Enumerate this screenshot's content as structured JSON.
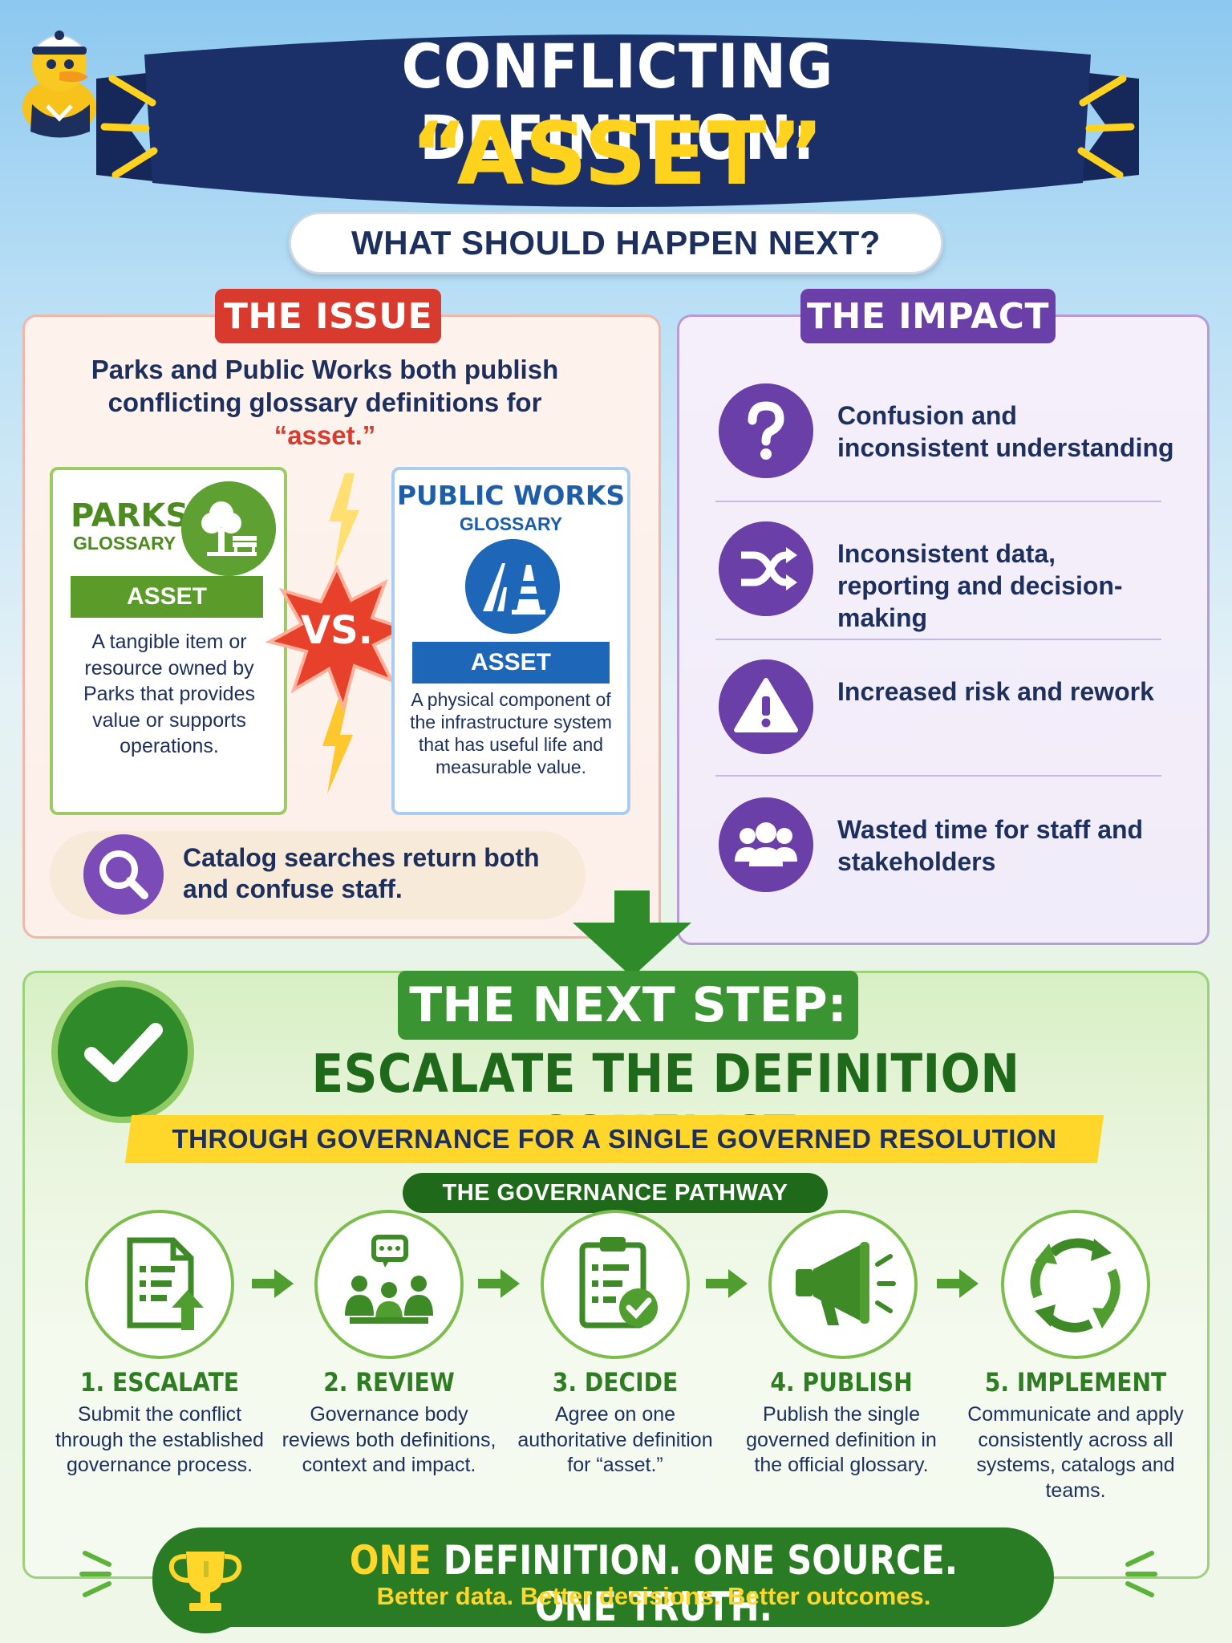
{
  "header": {
    "title_line1": "CONFLICTING DEFINITION:",
    "title_line2": "“ASSET”",
    "subtitle": "WHAT SHOULD HAPPEN NEXT?"
  },
  "issue": {
    "tag": "THE ISSUE",
    "description_prefix": "Parks and Public Works both publish conflicting glossary definitions for ",
    "description_term": "“asset.”",
    "parks": {
      "title": "PARKS",
      "subtitle": "GLOSSARY",
      "term": "ASSET",
      "definition": "A tangible item or resource owned by Parks that provides value or supports operations.",
      "icon": "tree-bench-icon"
    },
    "vs_label": "VS.",
    "public_works": {
      "title": "PUBLIC WORKS",
      "subtitle": "GLOSSARY",
      "term": "ASSET",
      "definition": "A physical component of the infrastructure system that has useful life and measurable value.",
      "icon": "road-cone-icon"
    },
    "search_note": "Catalog searches return both and confuse staff."
  },
  "impact": {
    "tag": "THE IMPACT",
    "items": [
      {
        "text": "Confusion and inconsistent understanding",
        "icon": "question-icon"
      },
      {
        "text": "Inconsistent data, reporting and decision-making",
        "icon": "shuffle-icon"
      },
      {
        "text": "Increased risk and rework",
        "icon": "warning-icon"
      },
      {
        "text": "Wasted time for staff and stakeholders",
        "icon": "people-icon"
      }
    ]
  },
  "next_step": {
    "tag": "THE NEXT STEP:",
    "title": "ESCALATE THE DEFINITION CONFLICT",
    "subtitle": "THROUGH GOVERNANCE FOR A SINGLE GOVERNED RESOLUTION",
    "pathway_label": "THE GOVERNANCE PATHWAY",
    "steps": [
      {
        "title": "1. ESCALATE",
        "desc": "Submit the conflict through the established governance process.",
        "icon": "document-upload-icon"
      },
      {
        "title": "2. REVIEW",
        "desc": "Governance body reviews both definitions, context and impact.",
        "icon": "meeting-icon"
      },
      {
        "title": "3. DECIDE",
        "desc": "Agree on one authoritative definition for “asset.”",
        "icon": "clipboard-check-icon"
      },
      {
        "title": "4. PUBLISH",
        "desc": "Publish the single governed definition in the official glossary.",
        "icon": "megaphone-icon"
      },
      {
        "title": "5. IMPLEMENT",
        "desc": "Communicate and apply consistently across all systems, catalogs and teams.",
        "icon": "cycle-icon"
      }
    ]
  },
  "footer": {
    "headline_first": "ONE",
    "headline_rest": " DEFINITION. ONE SOURCE. ONE TRUTH.",
    "tagline": "Better data. Better decisions. Better outcomes."
  },
  "colors": {
    "navy": "#1d2f5c",
    "issue_red": "#d83a2e",
    "impact_purple": "#6a3fa8",
    "green": "#2f8a2a",
    "yellow": "#ffd21e",
    "parks_green": "#5a9b2a",
    "public_works_blue": "#1e66b8"
  }
}
